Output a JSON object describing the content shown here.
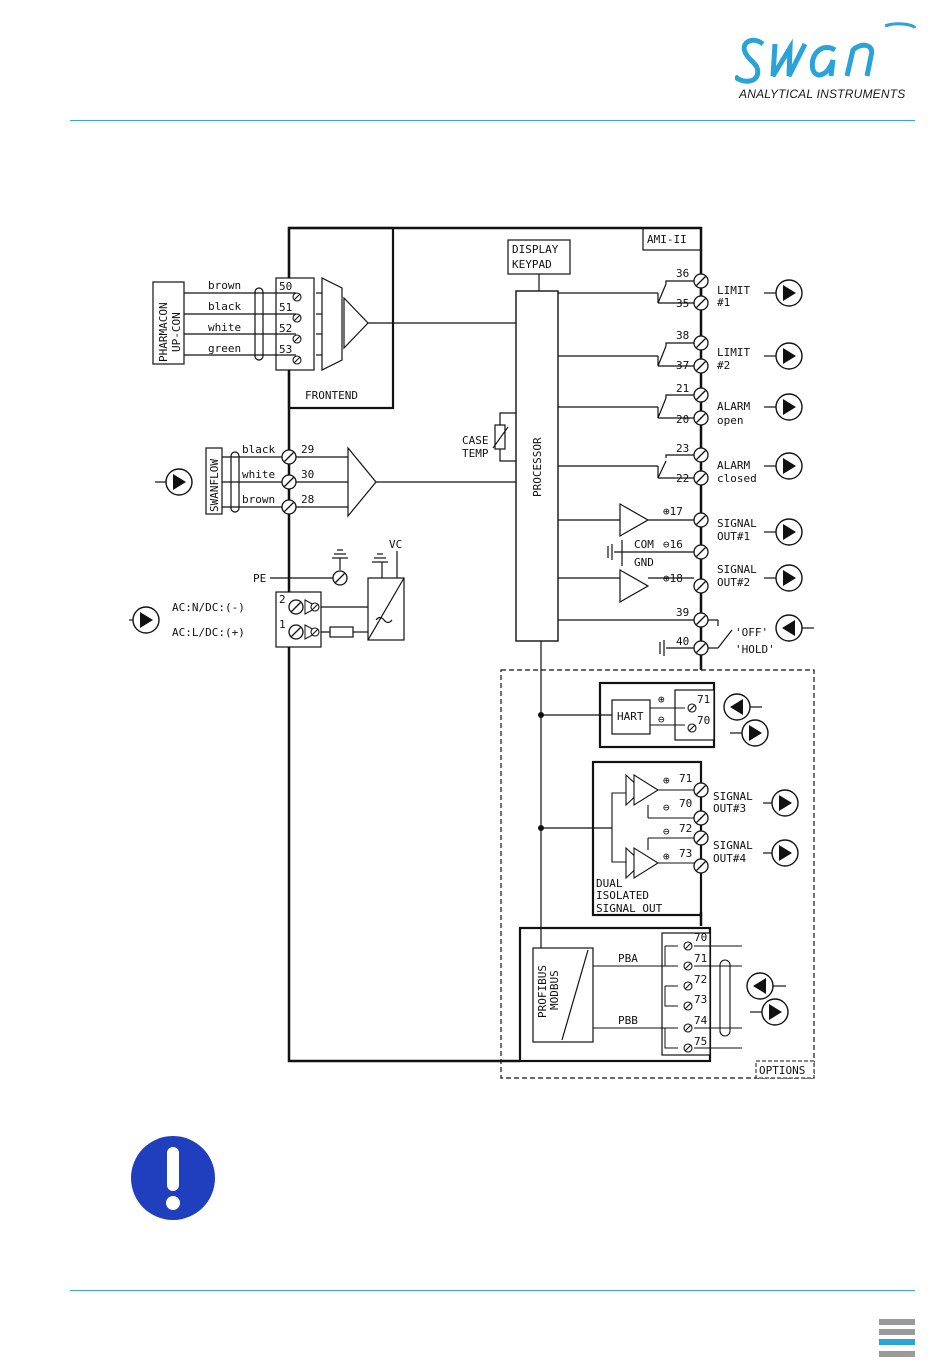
{
  "header": {
    "brand_logo": "swan",
    "brand_subtitle": "ANALYTICAL INSTRUMENTS"
  },
  "diagram": {
    "device": "AMI-II",
    "display_keypad": [
      "DISPLAY",
      "KEYPAD"
    ],
    "frontend": "FRONTEND",
    "processor": "PROCESSOR",
    "case_temp": [
      "CASE",
      "TEMP"
    ],
    "sensor_name": [
      "PHARMACON",
      "UP-CON"
    ],
    "sensor_wires": [
      "brown",
      "black",
      "white",
      "green"
    ],
    "sensor_terminals": [
      "50",
      "51",
      "52",
      "53"
    ],
    "flow_name": "SWANFLOW",
    "flow_wires": [
      "black",
      "white",
      "brown"
    ],
    "flow_terminals": [
      "29",
      "30",
      "28"
    ],
    "power": {
      "pe": "PE",
      "vc": "VC",
      "ac_n": "AC:N/DC:(-)",
      "ac_l": "AC:L/DC:(+)",
      "terminal_n": "2",
      "terminal_l": "1"
    },
    "relays": [
      {
        "top": "36",
        "bottom": "35",
        "label": [
          "LIMIT",
          "#1"
        ]
      },
      {
        "top": "38",
        "bottom": "37",
        "label": [
          "LIMIT",
          "#2"
        ]
      },
      {
        "top": "21",
        "bottom": "20",
        "label": [
          "ALARM",
          " open"
        ]
      },
      {
        "top": "23",
        "bottom": "22",
        "label": [
          "ALARM",
          "closed"
        ]
      }
    ],
    "signal_out": {
      "t17": "⊕17",
      "t16": "⊖16",
      "t18": "⊕18",
      "out1": [
        "SIGNAL",
        "OUT#1"
      ],
      "out2": [
        "SIGNAL",
        "OUT#2"
      ],
      "com": "COM",
      "gnd": "GND"
    },
    "input": {
      "t39": "39",
      "t40": "40",
      "off": "'OFF'",
      "hold": "'HOLD'"
    },
    "options_label": "OPTIONS",
    "hart": {
      "label": "HART",
      "plus": "⊕",
      "minus": "⊖",
      "t71": "71",
      "t70": "70"
    },
    "dual": {
      "label": [
        "DUAL",
        "ISOLATED",
        "SIGNAL OUT"
      ],
      "terminals": [
        "71",
        "70",
        "72",
        "73"
      ],
      "out3": [
        "SIGNAL",
        "OUT#3"
      ],
      "out4": [
        "SIGNAL",
        "OUT#4"
      ],
      "plus": "⊕",
      "minus": "⊖"
    },
    "profibus": {
      "label": [
        "PROFIBUS",
        "MODBUS"
      ],
      "pba": "PBA",
      "pbb": "PBB",
      "terminals": [
        "70",
        "71",
        "72",
        "73",
        "74",
        "75"
      ]
    }
  },
  "notice_icon": "exclamation-icon",
  "footer_icon": "menu-lines-icon",
  "colors": {
    "accent": "#3aa6d6",
    "notice": "#1f3fbf",
    "ink": "#111111"
  }
}
